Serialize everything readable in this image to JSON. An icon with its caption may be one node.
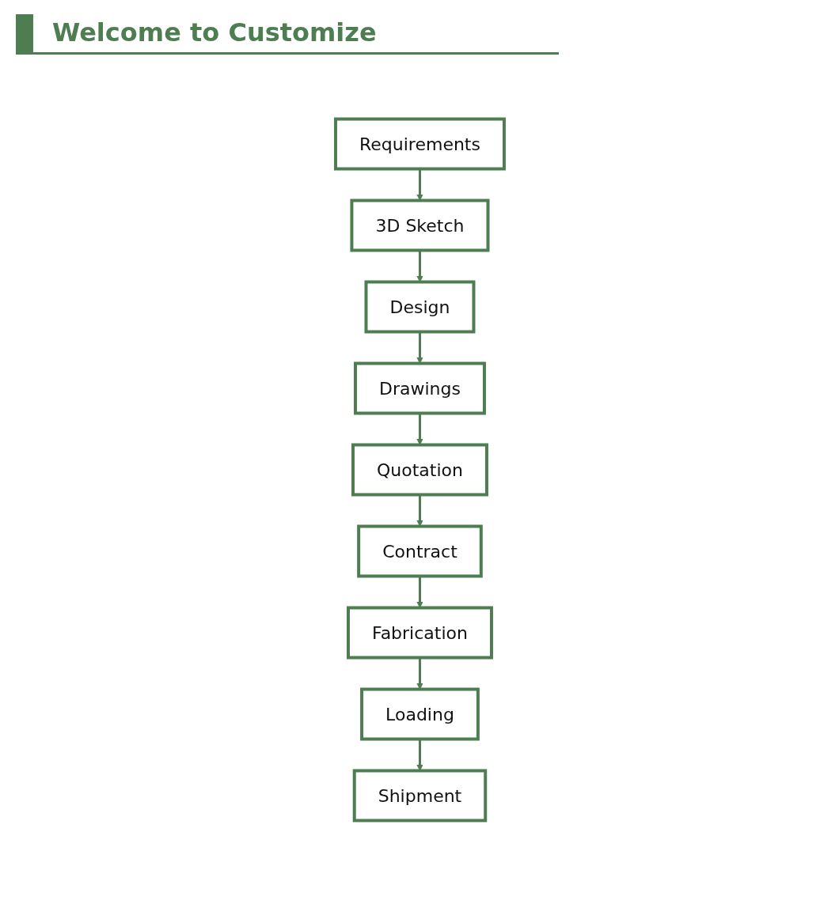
{
  "diagram": {
    "title": "Welcome to Customize",
    "nodes": [
      {
        "text": [
          "Requirements"
        ]
      },
      {
        "text": [
          "3D Sketch"
        ]
      },
      {
        "text": [
          "Design"
        ]
      },
      {
        "text": [
          "Contract"
        ]
      },
      {
        "text": [
          "Quotation"
        ]
      },
      {
        "text": [
          "Drawings"
        ]
      },
      {
        "text": [
          "Fabrication"
        ]
      },
      {
        "text": [
          "Loading"
        ]
      },
      {
        "text": [
          "Shipment"
        ]
      }
    ],
    "edges": [
      {
        "from": 0,
        "to": 1,
        "arrow": "to"
      },
      {
        "from": 1,
        "to": 2,
        "arrow": "to"
      },
      {
        "from": 2,
        "to": 5,
        "arrow": "to"
      },
      {
        "from": 5,
        "to": 4,
        "arrow": "to"
      },
      {
        "from": 4,
        "to": 3,
        "arrow": "to"
      },
      {
        "from": 3,
        "to": 6,
        "arrow": "to"
      },
      {
        "from": 6,
        "to": 7,
        "arrow": "to"
      },
      {
        "from": 7,
        "to": 8,
        "arrow": "to"
      }
    ]
  }
}
